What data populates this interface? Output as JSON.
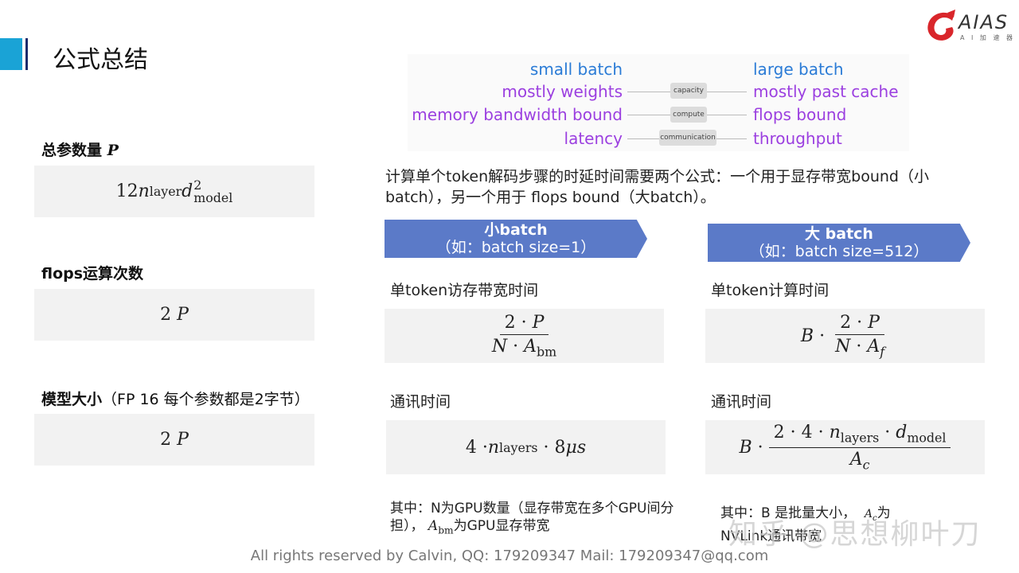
{
  "title": "公式总结",
  "logo": {
    "text": "AIAS",
    "subtitle": "A I 加 速 器",
    "icon": "dragon-logo-icon",
    "color": "#d9262b"
  },
  "left": {
    "params": {
      "label": "总参数量",
      "var": "P"
    },
    "flops": {
      "label": "flops运算次数"
    },
    "model_size": {
      "label": "模型大小",
      "note": "（FP 16 每个参数都是2字节）"
    }
  },
  "diagram": {
    "left_labels": [
      "small batch",
      "mostly weights",
      "memory bandwidth bound",
      "latency"
    ],
    "right_labels": [
      "large batch",
      "mostly past cache",
      "flops bound",
      "throughput"
    ],
    "pills": [
      "capacity",
      "compute",
      "communication"
    ],
    "colors": {
      "blue": "#2a7bd6",
      "purple": "#9b3fe0"
    }
  },
  "description": "计算单个token解码步骤的时延时间需要两个公式：一个用于显存带宽bound（小batch），另一个用于 flops bound（大batch）。",
  "small_batch": {
    "title": "小batch",
    "subtitle": "（如：batch size=1）",
    "time_label": "单token访存带宽时间",
    "comm_label": "通讯时间",
    "note_prefix": "其中：N为GPU数量（显存带宽在多个GPU间分担），",
    "note_suffix": "为GPU显存带宽"
  },
  "large_batch": {
    "title": "大 batch",
    "subtitle": "（如：batch size=512）",
    "time_label": "单token计算时间",
    "comm_label": "通讯时间",
    "note": "其中：B 是批量大小，",
    "note2": "为",
    "note3": "NVLink通讯带宽"
  },
  "colors": {
    "accent": "#1aa3d6",
    "arrow": "#5b7ac8",
    "formula_bg": "#f2f2f2"
  },
  "footer": "All rights reserved by Calvin,  QQ: 179209347  Mail: 179209347@qq.com",
  "watermark": "知乎 @思想柳叶刀"
}
